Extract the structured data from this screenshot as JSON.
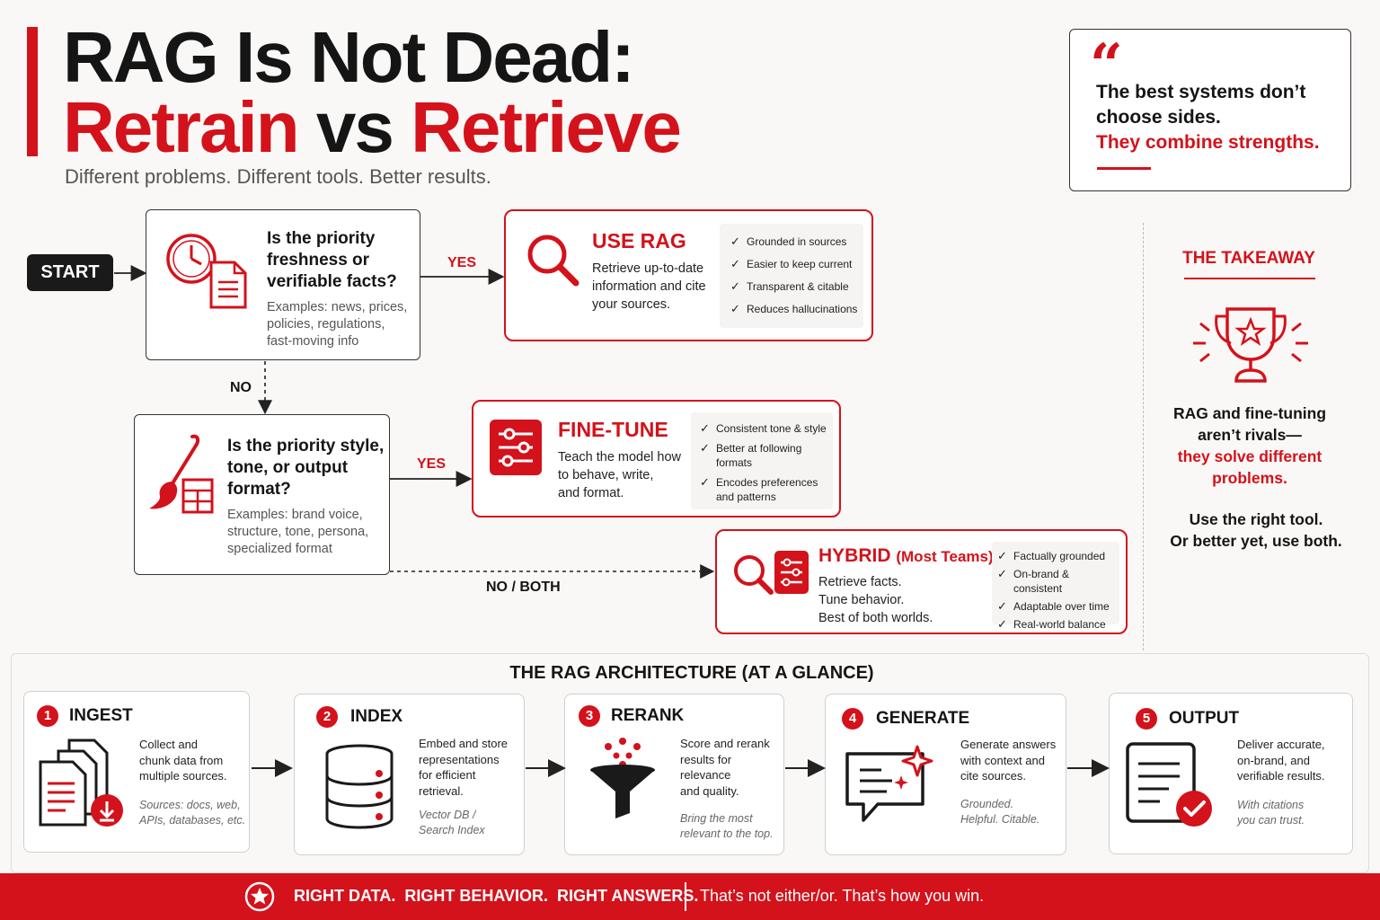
{
  "header": {
    "title_line1": "RAG Is Not Dead:",
    "title_word1": "Retrain",
    "title_vs": "vs",
    "title_word2": "Retrieve",
    "subtitle": "Different problems. Different tools. Better results."
  },
  "quote": {
    "mark": "“",
    "line1": "The best systems don’t",
    "line2": "choose sides.",
    "line3": "They combine strengths."
  },
  "flow": {
    "start": "START",
    "q1": {
      "title": [
        "Is the priority",
        "freshness or",
        "verifiable facts?"
      ],
      "examples": [
        "Examples: news, prices,",
        "policies, regulations,",
        "fast-moving info"
      ]
    },
    "q2": {
      "title": [
        "Is the priority style,",
        "tone, or output",
        "format?"
      ],
      "examples": [
        "Examples: brand voice,",
        "structure, tone, persona,",
        "specialized format"
      ]
    },
    "yes1": "YES",
    "yes2": "YES",
    "no1": "NO",
    "no_both": "NO / BOTH",
    "rag": {
      "title": "USE RAG",
      "desc": [
        "Retrieve up-to-date",
        "information and cite",
        "your sources."
      ],
      "checks": [
        "Grounded in sources",
        "Easier to keep current",
        "Transparent & citable",
        "Reduces hallucinations"
      ]
    },
    "finetune": {
      "title": "FINE-TUNE",
      "desc": [
        "Teach the model how",
        "to behave, write,",
        "and format."
      ],
      "checks": [
        "Consistent tone & style",
        "Better at following formats",
        "Encodes preferences and patterns"
      ]
    },
    "hybrid": {
      "title": "HYBRID",
      "title_suffix": "(Most Teams)",
      "desc": [
        "Retrieve facts.",
        "Tune behavior.",
        "Best of both worlds."
      ],
      "checks": [
        "Factually grounded",
        "On-brand & consistent",
        "Adaptable over time",
        "Real-world balance"
      ]
    }
  },
  "takeaway": {
    "title": "THE TAKEAWAY",
    "line1": "RAG and fine-tuning",
    "line2": "aren’t rivals—",
    "line3": "they solve different",
    "line4": "problems.",
    "line5": "Use the right tool.",
    "line6": "Or better yet, use both."
  },
  "architecture": {
    "title": "THE RAG ARCHITECTURE (AT A GLANCE)",
    "steps": [
      {
        "num": "1",
        "title": "INGEST",
        "desc": [
          "Collect and",
          "chunk data from",
          "multiple sources."
        ],
        "note": [
          "Sources: docs, web,",
          "APIs, databases, etc."
        ]
      },
      {
        "num": "2",
        "title": "INDEX",
        "desc": [
          "Embed and store",
          "representations",
          "for efficient",
          "retrieval."
        ],
        "note": [
          "Vector DB /",
          "Search Index"
        ]
      },
      {
        "num": "3",
        "title": "RERANK",
        "desc": [
          "Score and rerank",
          "results for",
          "relevance",
          "and quality."
        ],
        "note": [
          "Bring the most",
          "relevant to the top."
        ]
      },
      {
        "num": "4",
        "title": "GENERATE",
        "desc": [
          "Generate answers",
          "with context and",
          "cite sources."
        ],
        "note": [
          "Grounded.",
          "Helpful. Citable."
        ]
      },
      {
        "num": "5",
        "title": "OUTPUT",
        "desc": [
          "Deliver accurate,",
          "on-brand, and",
          "verifiable results."
        ],
        "note": [
          "With citations",
          "you can trust."
        ]
      }
    ]
  },
  "footer": {
    "left": "RIGHT DATA.  RIGHT BEHAVIOR.  RIGHT ANSWERS.",
    "right": "That’s not either/or. That’s how you win."
  },
  "colors": {
    "accent": "#d3121b",
    "dark": "#1a1a1a",
    "background": "#faf8f6"
  }
}
